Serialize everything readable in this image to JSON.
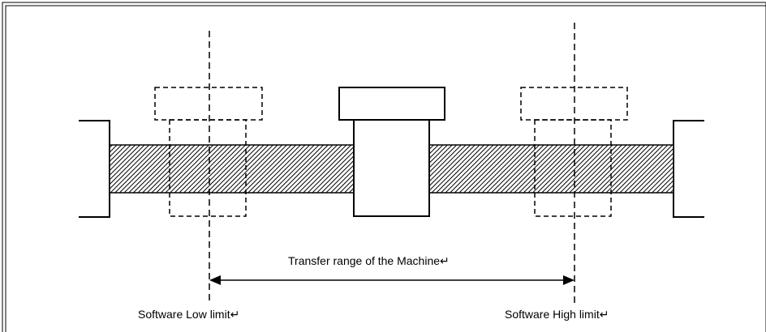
{
  "diagram": {
    "range_label": "Transfer range of the Machine↵",
    "low_limit_label": "Software Low limit↵",
    "high_limit_label": "Software High limit↵"
  },
  "colors": {
    "stroke": "#000000",
    "background": "#ffffff"
  }
}
